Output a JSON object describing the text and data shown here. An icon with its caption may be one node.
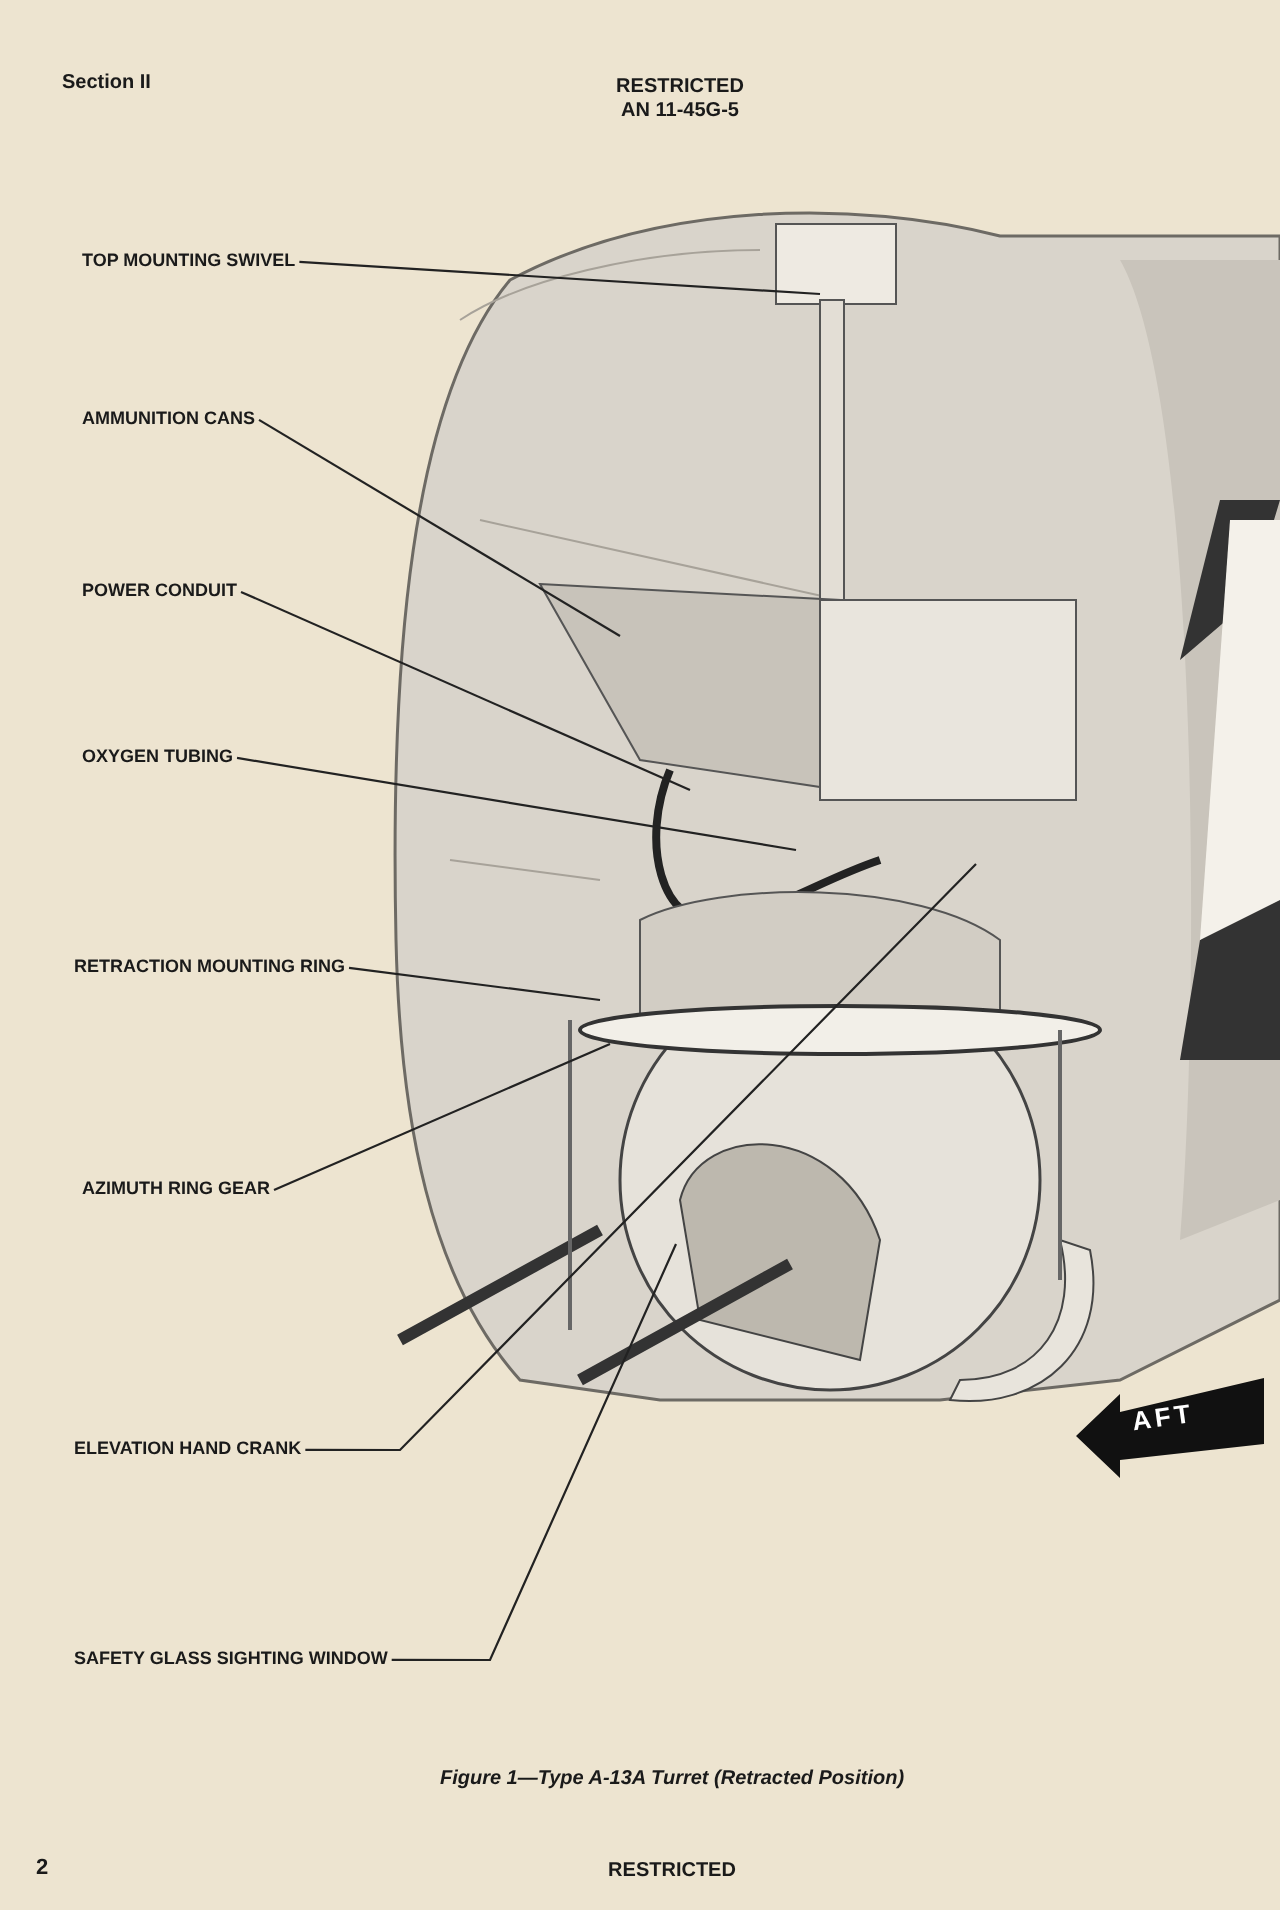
{
  "diagram": {
    "caption": "Figure 1—Type A-13A Turret (Retracted Position)",
    "nodes": [
      {
        "text": [
          "TOP MOUNTING SWIVEL"
        ]
      },
      {
        "text": [
          "AMMUNITION CANS"
        ]
      },
      {
        "text": [
          "POWER CONDUIT"
        ]
      },
      {
        "text": [
          "OXYGEN TUBING"
        ]
      },
      {
        "text": [
          "RETRACTION MOUNTING RING"
        ]
      },
      {
        "text": [
          "AZIMUTH RING GEAR"
        ]
      },
      {
        "text": [
          "ELEVATION HAND CRANK"
        ]
      },
      {
        "text": [
          "SAFETY GLASS SIGHTING WINDOW"
        ]
      }
    ],
    "edges": [
      {
        "from": 0,
        "to": null,
        "arrow": "none"
      },
      {
        "from": 1,
        "to": null,
        "arrow": "none"
      },
      {
        "from": 2,
        "to": null,
        "arrow": "none"
      },
      {
        "from": 3,
        "to": null,
        "arrow": "none"
      },
      {
        "from": 4,
        "to": null,
        "arrow": "none"
      },
      {
        "from": 5,
        "to": null,
        "arrow": "none"
      },
      {
        "from": 6,
        "to": null,
        "arrow": "none"
      },
      {
        "from": 7,
        "to": null,
        "arrow": "none"
      }
    ],
    "labels": [
      "Section II",
      "RESTRICTED",
      "AN 11-45G-5",
      "AFT",
      "2",
      "RESTRICTED"
    ]
  }
}
